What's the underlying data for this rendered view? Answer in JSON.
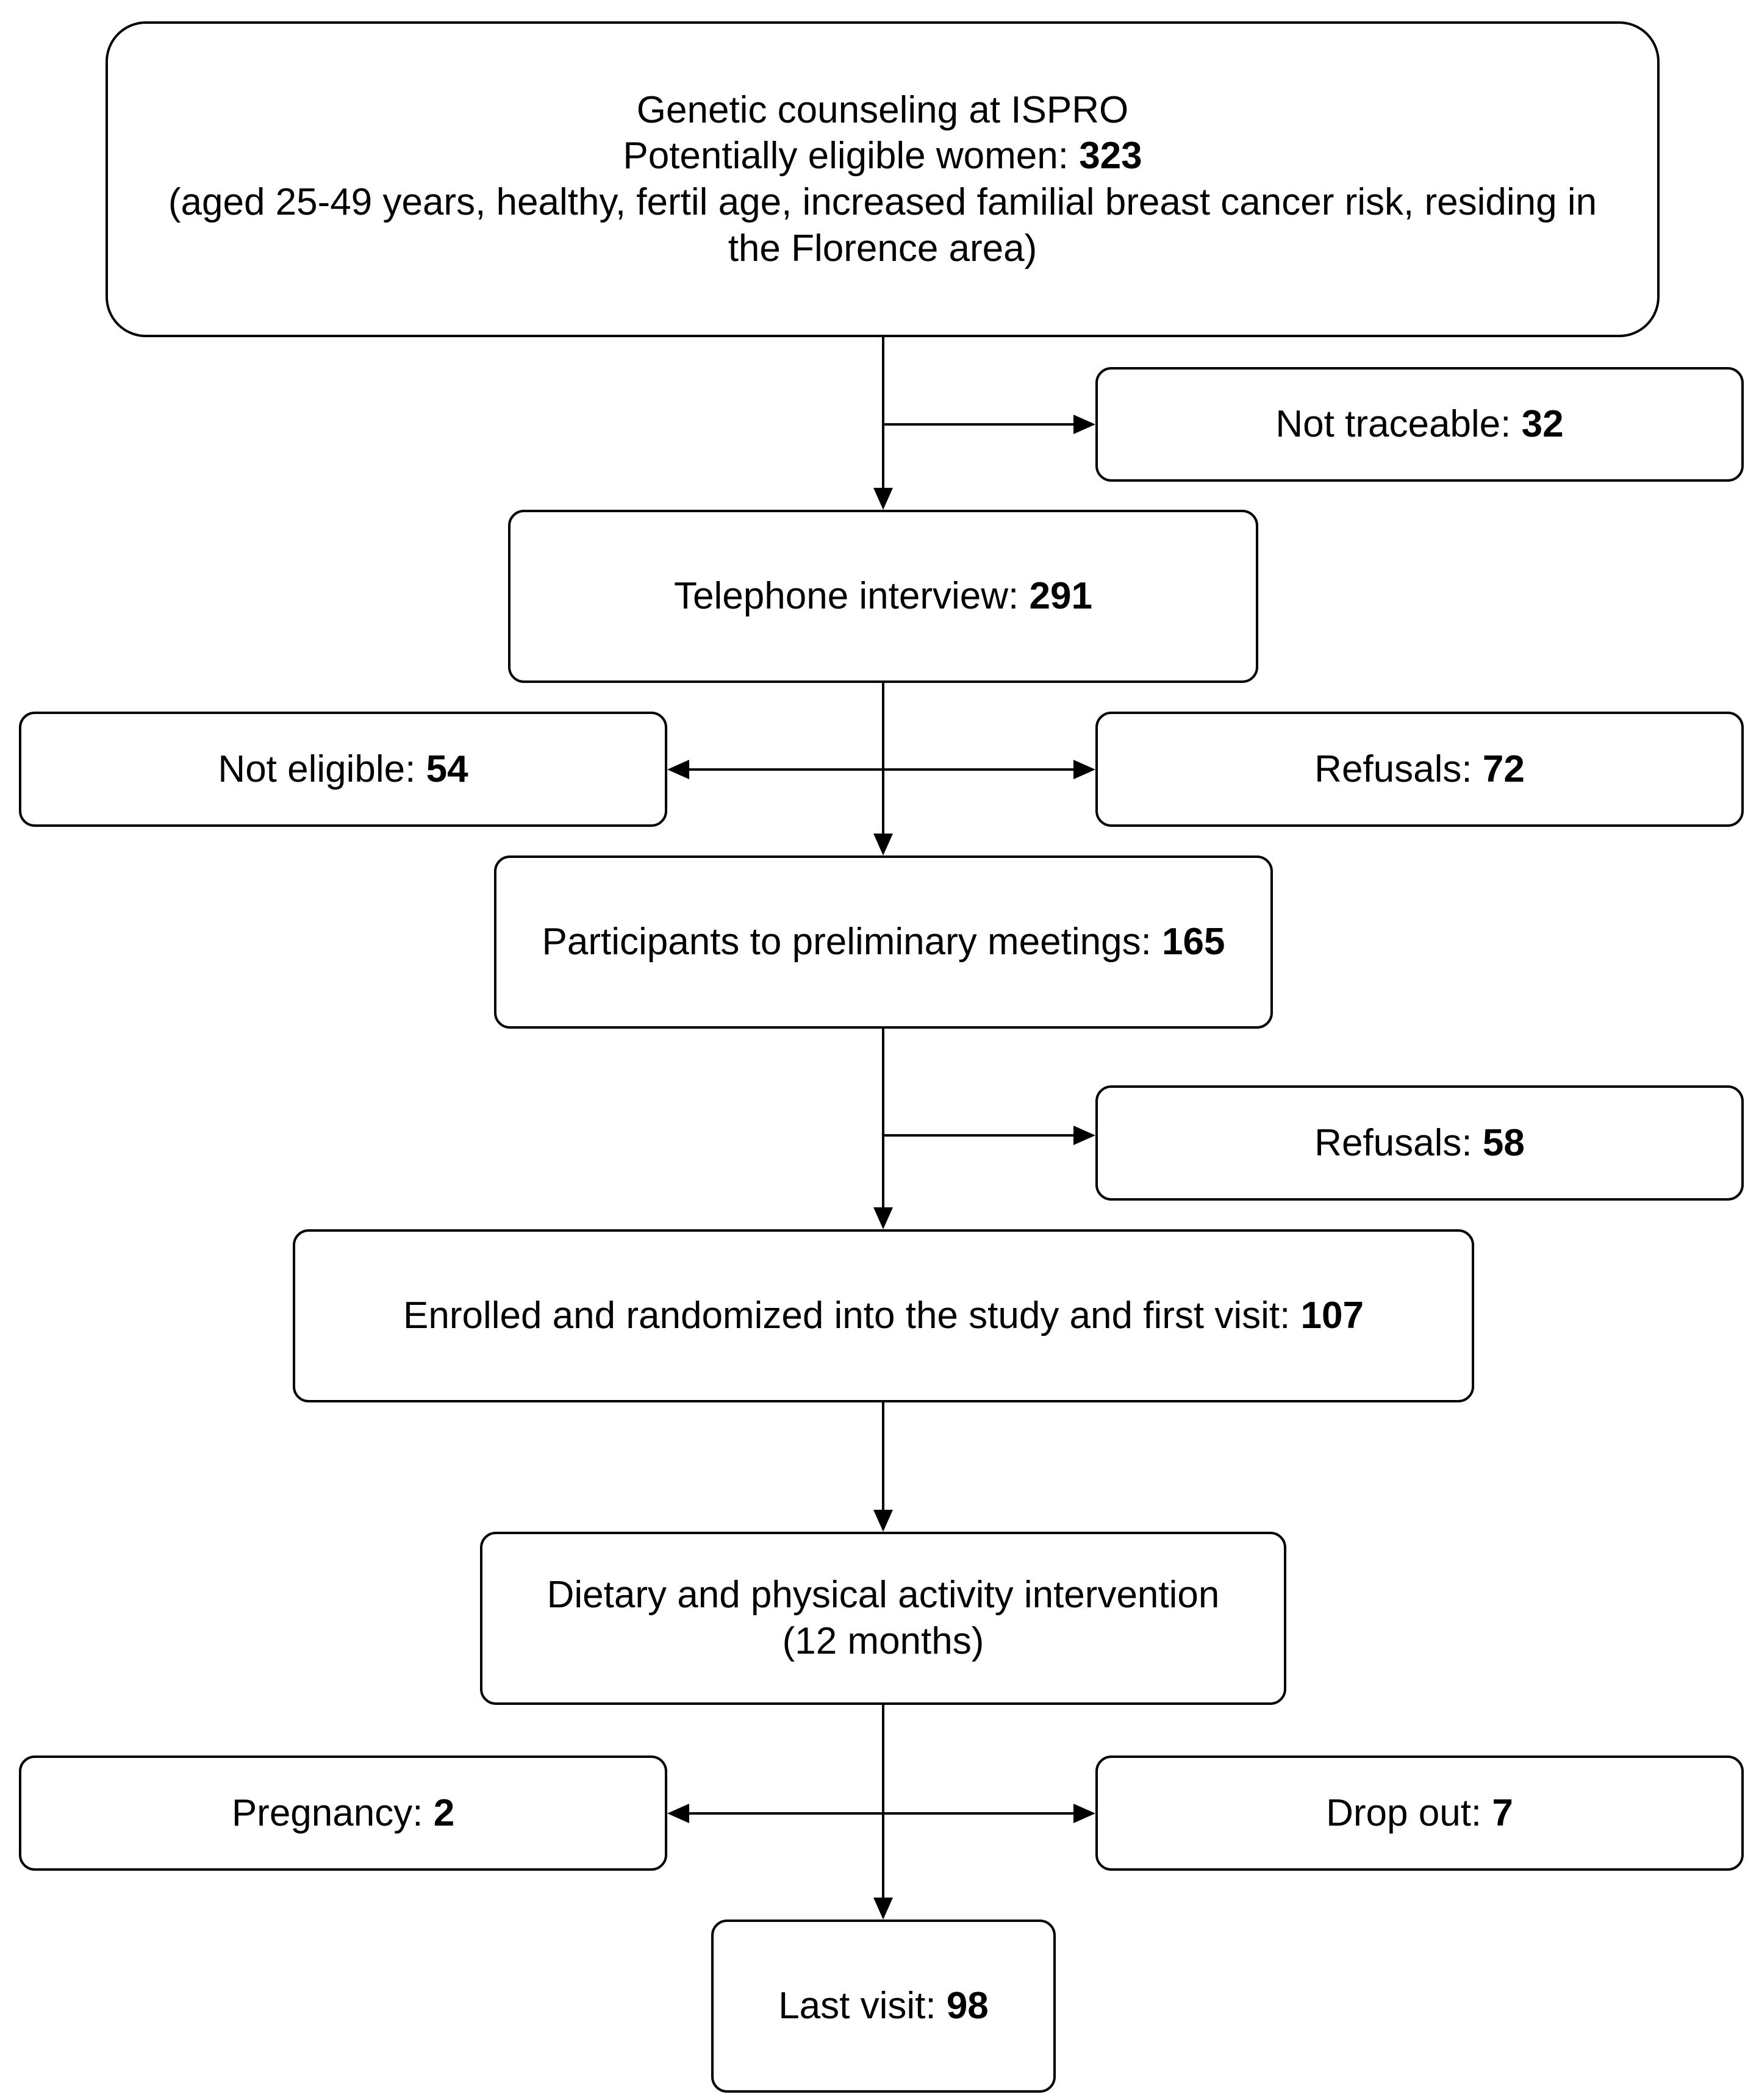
{
  "flowchart": {
    "counseling": {
      "line1": "Genetic counseling at ISPRO",
      "line2_label": "Potentially eligible women: ",
      "line2_value": "323",
      "line3": "(aged 25-49 years, healthy, fertil age, increased familial breast cancer risk, residing in",
      "line4": "the Florence area)"
    },
    "not_traceable": {
      "label": "Not traceable: ",
      "value": "32"
    },
    "telephone": {
      "label": "Telephone interview: ",
      "value": "291"
    },
    "not_eligible": {
      "label": "Not eligible: ",
      "value": "54"
    },
    "refusals_1": {
      "label": "Refusals: ",
      "value": "72"
    },
    "preliminary": {
      "label": "Participants to preliminary meetings: ",
      "value": "165"
    },
    "refusals_2": {
      "label": "Refusals: ",
      "value": "58"
    },
    "enrolled": {
      "label": "Enrolled and randomized into the study and first visit: ",
      "value": "107"
    },
    "intervention": {
      "line1": "Dietary and physical activity intervention",
      "line2": "(12 months)"
    },
    "pregnancy": {
      "label": "Pregnancy: ",
      "value": "2"
    },
    "drop_out": {
      "label": "Drop out: ",
      "value": "7"
    },
    "last_visit": {
      "label": "Last visit: ",
      "value": "98"
    }
  }
}
